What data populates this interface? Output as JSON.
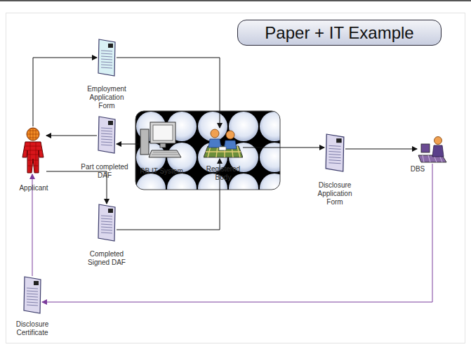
{
  "diagram": {
    "title": "Paper + IT Example",
    "nodes": [
      {
        "text": [
          "Employment Application Form"
        ]
      },
      {
        "text": [
          "Applicant"
        ]
      },
      {
        "text": [
          "Part completed DAF"
        ]
      },
      {
        "text": [
          "RB IT System"
        ]
      },
      {
        "text": [
          "Registered Body"
        ]
      },
      {
        "text": [
          "Disclosure Application Form"
        ]
      },
      {
        "text": [
          "DBS"
        ]
      },
      {
        "text": [
          "Completed Signed DAF"
        ]
      },
      {
        "text": [
          "Disclosure Certificate"
        ]
      }
    ],
    "edges": [
      {
        "from": 1,
        "to": 0,
        "arrow": "to"
      },
      {
        "from": 0,
        "to": 4,
        "arrow": "to"
      },
      {
        "from": 3,
        "to": 2,
        "arrow": "to"
      },
      {
        "from": 2,
        "to": 1,
        "arrow": "to"
      },
      {
        "from": 1,
        "to": 7,
        "arrow": "to"
      },
      {
        "from": 7,
        "to": 4,
        "arrow": "to"
      },
      {
        "from": 4,
        "to": 5,
        "arrow": "to"
      },
      {
        "from": 5,
        "to": 6,
        "arrow": "to"
      },
      {
        "from": 6,
        "to": 8,
        "arrow": "to"
      },
      {
        "from": 8,
        "to": 1,
        "arrow": "to"
      }
    ]
  }
}
